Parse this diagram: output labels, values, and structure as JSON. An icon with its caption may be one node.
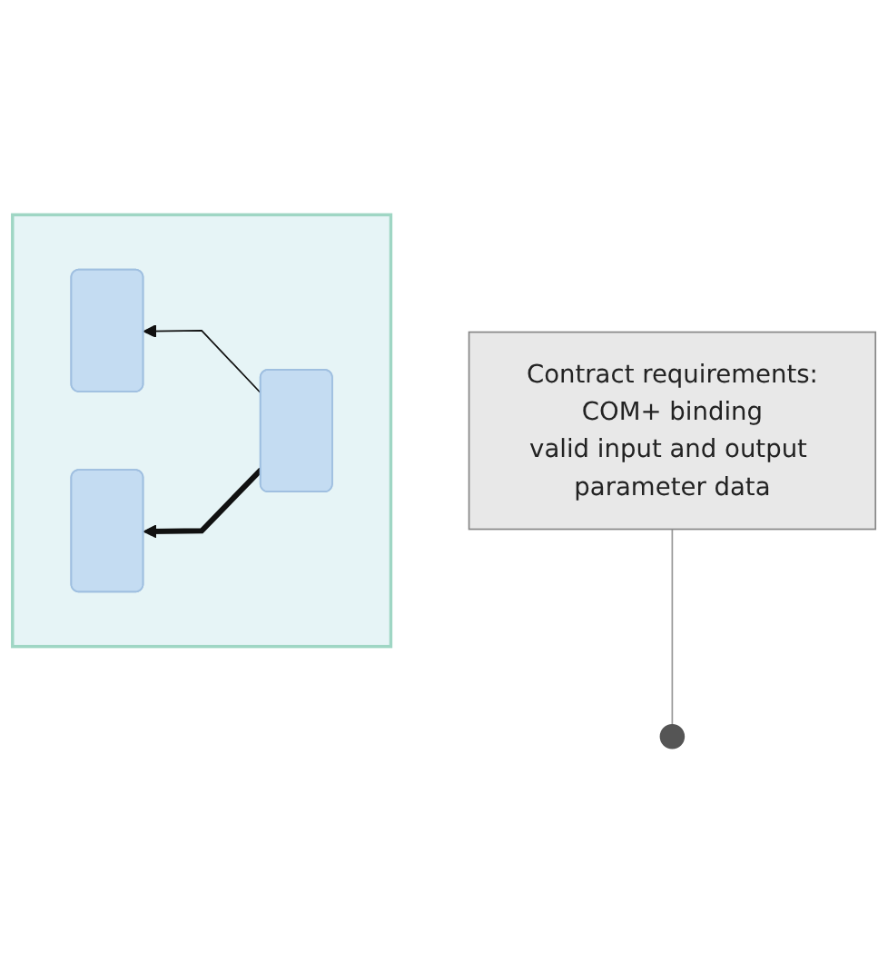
{
  "diagram": {
    "nodes": [
      {
        "text": [],
        "shape": "box"
      },
      {
        "text": [],
        "shape": "box",
        "in": 0
      },
      {
        "text": [],
        "shape": "box",
        "in": 0
      },
      {
        "text": [],
        "shape": "box",
        "in": 0
      },
      {
        "text": [
          "Contract requirements:",
          "COM+ binding",
          "valid input and output parameter data"
        ]
      }
    ],
    "edges": [
      {
        "from": 3,
        "to": 1,
        "arrow": "to"
      },
      {
        "from": 3,
        "to": 2,
        "arrow": "to",
        "style": "thick"
      },
      {
        "from": 4,
        "to": null,
        "arrow": "none",
        "color": "#999999"
      }
    ]
  }
}
